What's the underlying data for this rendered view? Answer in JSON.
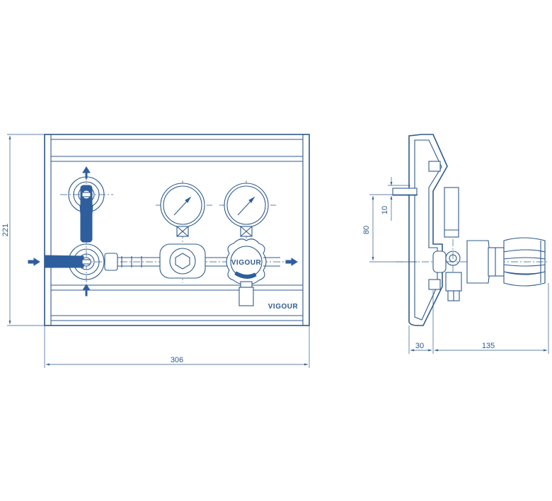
{
  "dimensions": {
    "width": "306",
    "height": "221",
    "side_height": "80",
    "side_offset": "10",
    "side_depth_front": "30",
    "side_depth_rear": "135"
  },
  "labels": {
    "brand_panel": "VIGOUR",
    "brand_knob": "VIGOUR"
  },
  "colors": {
    "line": "#2f5a8c",
    "valve_handle": "#2e5e9e"
  }
}
